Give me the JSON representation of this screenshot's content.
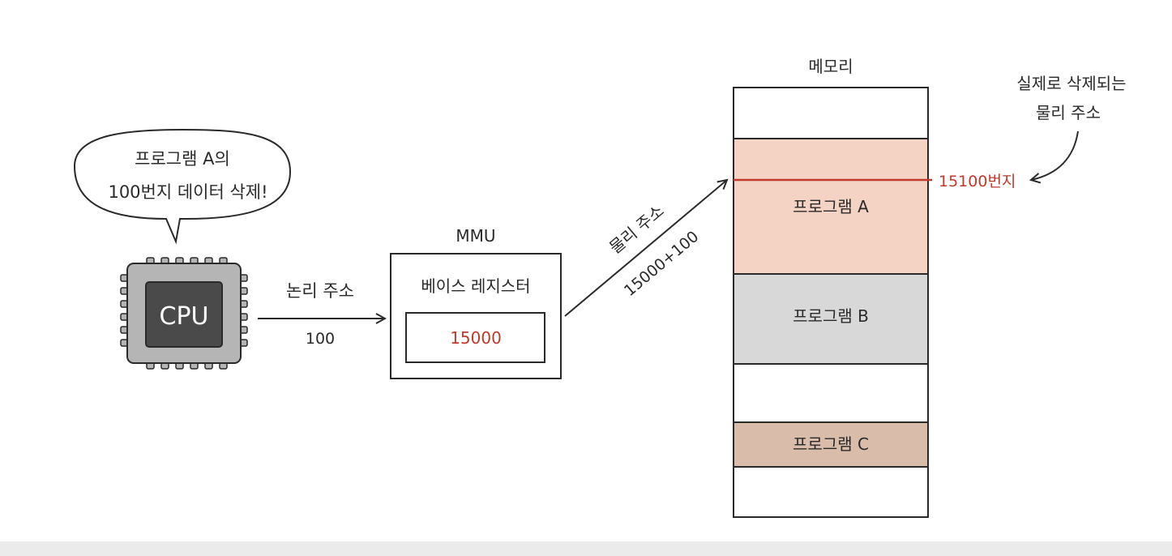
{
  "speech_bubble": {
    "line1": "프로그램 A의",
    "line2": "100번지 데이터 삭제!"
  },
  "cpu": {
    "label": "CPU"
  },
  "logical_arrow": {
    "label": "논리 주소",
    "value": "100"
  },
  "mmu": {
    "title": "MMU",
    "register_label": "베이스 레지스터",
    "register_value": "15000"
  },
  "physical_arrow": {
    "label": "물리 주소",
    "value": "15000+100"
  },
  "memory": {
    "title": "메모리",
    "blocks": [
      {
        "label": "프로그램 A",
        "color": "#f4d3c4"
      },
      {
        "label": "프로그램 B",
        "color": "#d8d8d8"
      },
      {
        "label": "프로그램 C",
        "color": "#d9bcaa"
      }
    ],
    "address_line_label": "15100번지",
    "address_line_color": "#c0392b"
  },
  "annotation": {
    "line1": "실제로 삭제되는",
    "line2": "물리 주소"
  }
}
